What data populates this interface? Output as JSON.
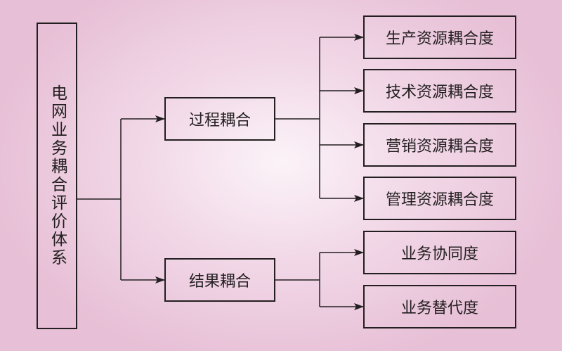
{
  "root": {
    "label": "电网业务耦合评价体系"
  },
  "mid": [
    {
      "label": "过程耦合"
    },
    {
      "label": "结果耦合"
    }
  ],
  "leaves": [
    {
      "label": "生产资源耦合度"
    },
    {
      "label": "技术资源耦合度"
    },
    {
      "label": "营销资源耦合度"
    },
    {
      "label": "管理资源耦合度"
    },
    {
      "label": "业务协同度"
    },
    {
      "label": "业务替代度"
    }
  ]
}
